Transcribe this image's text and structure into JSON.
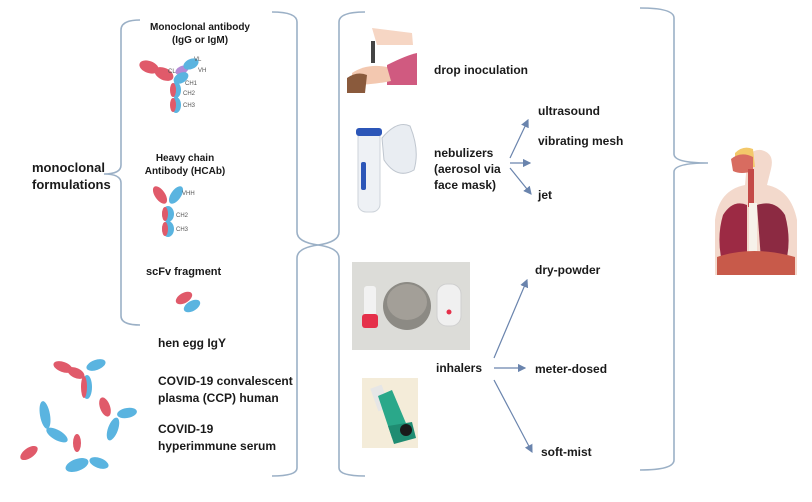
{
  "left_section": {
    "group_label_line1": "monoclonal",
    "group_label_line2": "formulations",
    "items": [
      {
        "title_line1": "Monoclonal antibody",
        "title_line2": "(IgG or IgM)",
        "domains": [
          "VL",
          "CL",
          "VH",
          "CH1",
          "CH2",
          "CH3"
        ]
      },
      {
        "title_line1": "Heavy chain",
        "title_line2": "Antibody (HCAb)",
        "domains": [
          "VHH",
          "CH2",
          "CH3"
        ]
      },
      {
        "title_line1": "scFv fragment"
      }
    ],
    "polyclonal": [
      "hen egg IgY",
      "COVID-19 convalescent",
      "plasma (CCP) human",
      "COVID-19",
      "hyperimmune serum"
    ]
  },
  "delivery": {
    "drop": "drop inoculation",
    "nebulizers": {
      "label_line1": "nebulizers",
      "label_line2": "(aerosol via",
      "label_line3": "face mask)",
      "types": [
        "ultrasound",
        "vibrating mesh",
        "jet"
      ]
    },
    "inhalers": {
      "label": "inhalers",
      "types": [
        "dry-powder",
        "meter-dosed",
        "soft-mist"
      ]
    }
  },
  "target": {
    "icon": "respiratory-system-icon"
  },
  "colors": {
    "brace": "#9bb0c6",
    "arrow": "#6a84ad",
    "heavy_chain": "#5ab4e0",
    "light_chain": "#e05a6a"
  }
}
